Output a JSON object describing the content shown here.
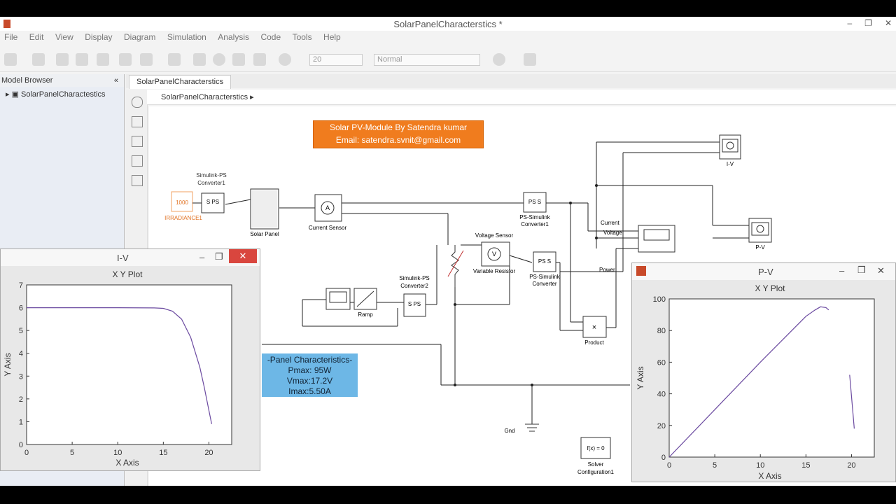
{
  "window": {
    "title": "SolarPanelCharacterstics *",
    "minimize": "–",
    "restore": "❐",
    "close": "✕"
  },
  "menu": [
    "File",
    "Edit",
    "View",
    "Display",
    "Diagram",
    "Simulation",
    "Analysis",
    "Code",
    "Tools",
    "Help"
  ],
  "toolbar": {
    "stop_time": "20",
    "mode": "Normal"
  },
  "model_browser": {
    "title": "Model Browser",
    "collapse": "«",
    "root": "SolarPanelCharactestics"
  },
  "tab": {
    "label": "SolarPanelCharacterstics"
  },
  "breadcrumb": {
    "label": "SolarPanelCharacterstics"
  },
  "annotations": {
    "author_line1": "Solar PV-Module By Satendra kumar",
    "author_line2": "Email: satendra.svnit@gmail.com",
    "char_title": "-Panel Characteristics-",
    "pmax": "Pmax: 95W",
    "vmax": "Vmax:17.2V",
    "imax": "Imax:5.50A"
  },
  "blocks": {
    "irradiance_value": "1000",
    "irradiance_label": "IRRADIANCE1",
    "sps1_label_1": "Simulink-PS",
    "sps1_label_2": "Converter1",
    "sps_text": "S PS",
    "pss_text": "PS S",
    "solar_panel": "Solar Panel",
    "current_sensor": "Current Sensor",
    "pss_label_1": "PS-Simulink",
    "pss1_label_2": "Converter1",
    "pss2_label_2": "Converter",
    "voltage_sensor": "Voltage Sensor",
    "variable_resistor": "Variable Resistor",
    "ramp": "Ramp",
    "sps2_label_1": "Simulink-PS",
    "sps2_label_2": "Converter2",
    "product": "Product",
    "product_sign": "×",
    "scope_iv": "I-V",
    "scope_pv": "P-V",
    "current_label": "Current",
    "voltage_label": "Voltage",
    "power_label": "Power",
    "ground": "Gnd",
    "solver_text": "f(x) = 0",
    "solver_label_1": "Solver",
    "solver_label_2": "Configuration1"
  },
  "iv_window": {
    "title": "I-V",
    "plot_title": "X Y Plot",
    "xlabel": "X Axis",
    "ylabel": "Y Axis",
    "minimize": "–",
    "restore": "❐",
    "close": "✕"
  },
  "pv_window": {
    "title": "P-V",
    "plot_title": "X Y Plot",
    "xlabel": "X Axis",
    "ylabel": "Y Axis",
    "minimize": "–",
    "restore": "❐",
    "close": "✕"
  },
  "chart_data": [
    {
      "type": "line",
      "title": "X Y Plot",
      "xlabel": "X Axis",
      "ylabel": "Y Axis",
      "xlim": [
        0,
        22.5
      ],
      "ylim": [
        0,
        7
      ],
      "xticks": [
        0,
        5,
        10,
        15,
        20
      ],
      "yticks": [
        0,
        1,
        2,
        3,
        4,
        5,
        6,
        7
      ],
      "series": [
        {
          "x": [
            0,
            5,
            10,
            14,
            15,
            16,
            17,
            18,
            19,
            19.5,
            20,
            20.3
          ],
          "y": [
            6.0,
            6.0,
            6.0,
            5.99,
            5.97,
            5.85,
            5.5,
            4.7,
            3.4,
            2.5,
            1.5,
            0.9
          ]
        }
      ],
      "grid": false
    },
    {
      "type": "line",
      "title": "X Y Plot",
      "xlabel": "X Axis",
      "ylabel": "Y Axis",
      "xlim": [
        0,
        22.5
      ],
      "ylim": [
        0,
        100
      ],
      "xticks": [
        0,
        5,
        10,
        15,
        20
      ],
      "yticks": [
        0,
        20,
        40,
        60,
        80,
        100
      ],
      "series": [
        {
          "x": [
            0,
            5,
            10,
            15,
            16,
            16.6,
            17.2,
            17.5
          ],
          "y": [
            0,
            30,
            60,
            89,
            93,
            95,
            94.5,
            93
          ]
        },
        {
          "x": [
            19.8,
            20.3
          ],
          "y": [
            52,
            18
          ]
        }
      ],
      "grid": false
    }
  ]
}
